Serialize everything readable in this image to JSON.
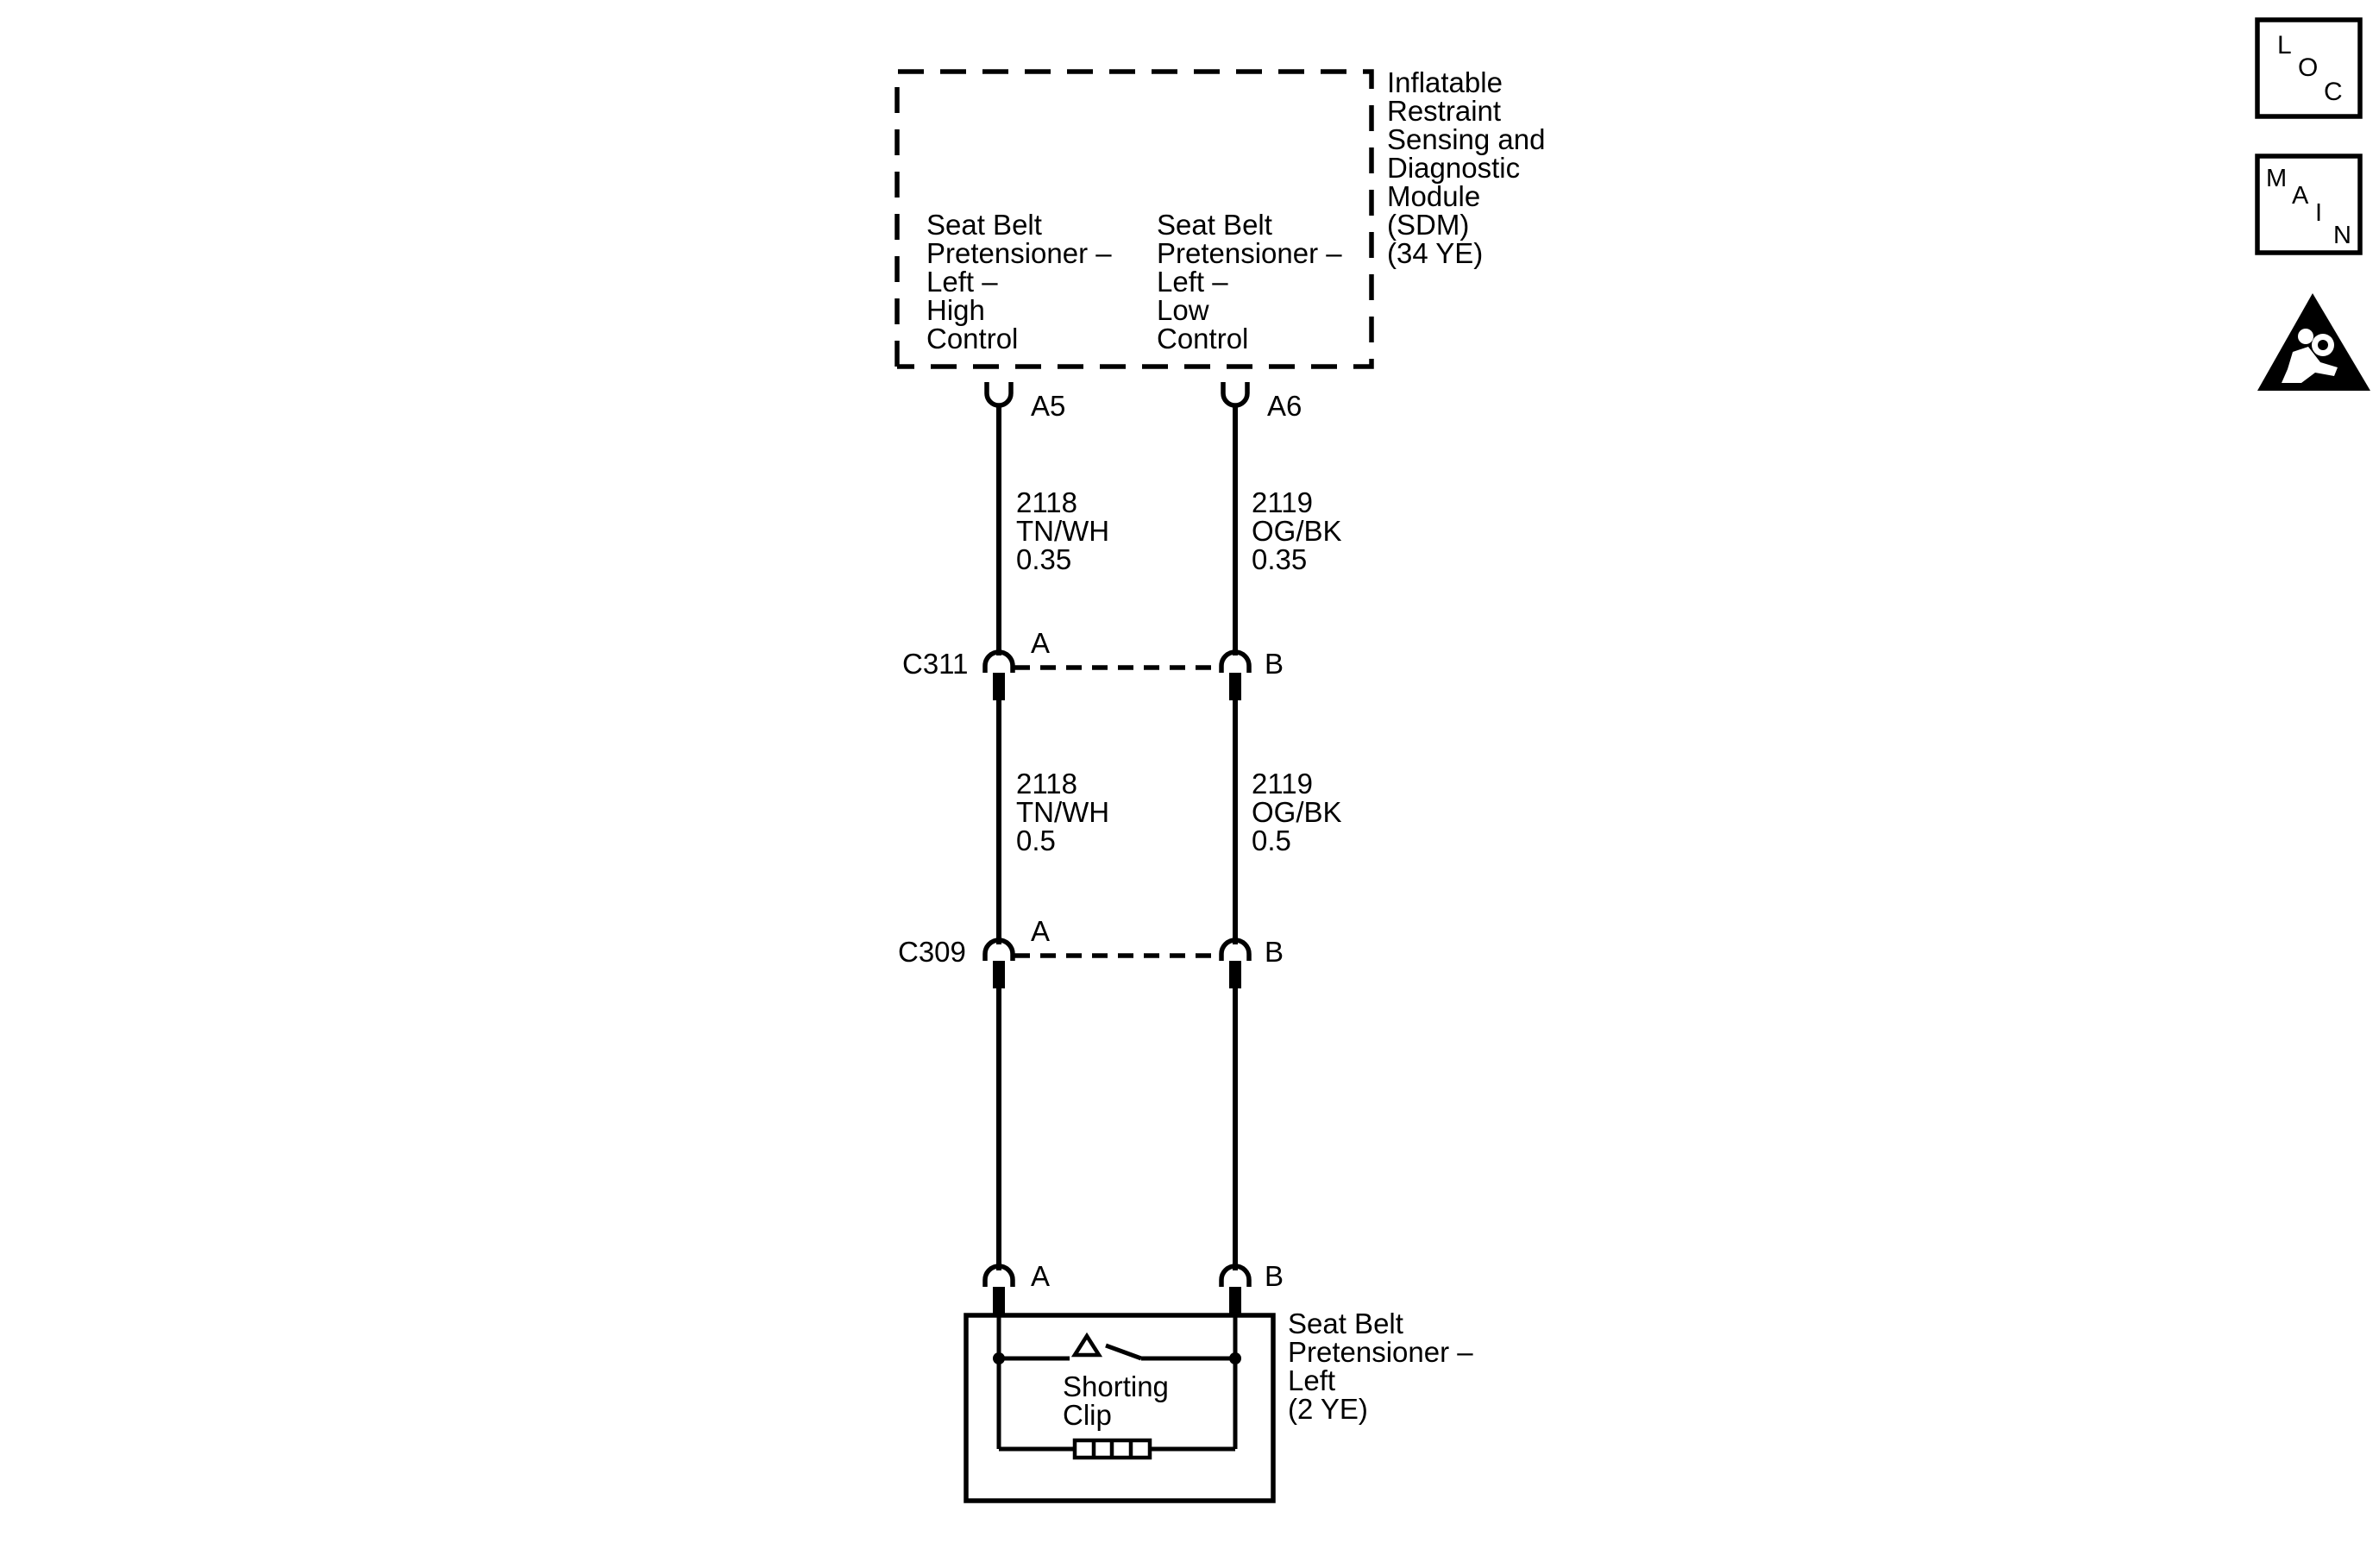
{
  "sdm": {
    "name_lines": [
      "Inflatable",
      "Restraint",
      "Sensing and",
      "Diagnostic",
      "Module",
      "(SDM)",
      "(34 YE)"
    ],
    "high_control_lines": [
      "Seat Belt",
      "Pretensioner –",
      "Left –",
      "High",
      "Control"
    ],
    "low_control_lines": [
      "Seat Belt",
      "Pretensioner –",
      "Left –",
      "Low",
      "Control"
    ],
    "pin_left": "A5",
    "pin_right": "A6"
  },
  "wires_upper": {
    "left": [
      "2118",
      "TN/WH",
      "0.35"
    ],
    "right": [
      "2119",
      "OG/BK",
      "0.35"
    ]
  },
  "connector_c311": {
    "name": "C311",
    "pin_left": "A",
    "pin_right": "B"
  },
  "wires_lower": {
    "left": [
      "2118",
      "TN/WH",
      "0.5"
    ],
    "right": [
      "2119",
      "OG/BK",
      "0.5"
    ]
  },
  "connector_c309": {
    "name": "C309",
    "pin_left": "A",
    "pin_right": "B"
  },
  "pretensioner": {
    "pin_left": "A",
    "pin_right": "B",
    "name_lines": [
      "Seat Belt",
      "Pretensioner –",
      "Left",
      "(2 YE)"
    ],
    "clip_lines": [
      "Shorting",
      "Clip"
    ]
  },
  "nav": {
    "loc_letters": [
      "L",
      "O",
      "C"
    ],
    "main_letters": [
      "M",
      "A",
      "I",
      "N"
    ],
    "airbag_icon": "airbag-warning-icon"
  },
  "colors": {
    "ink": "#000000",
    "background": "#ffffff"
  }
}
